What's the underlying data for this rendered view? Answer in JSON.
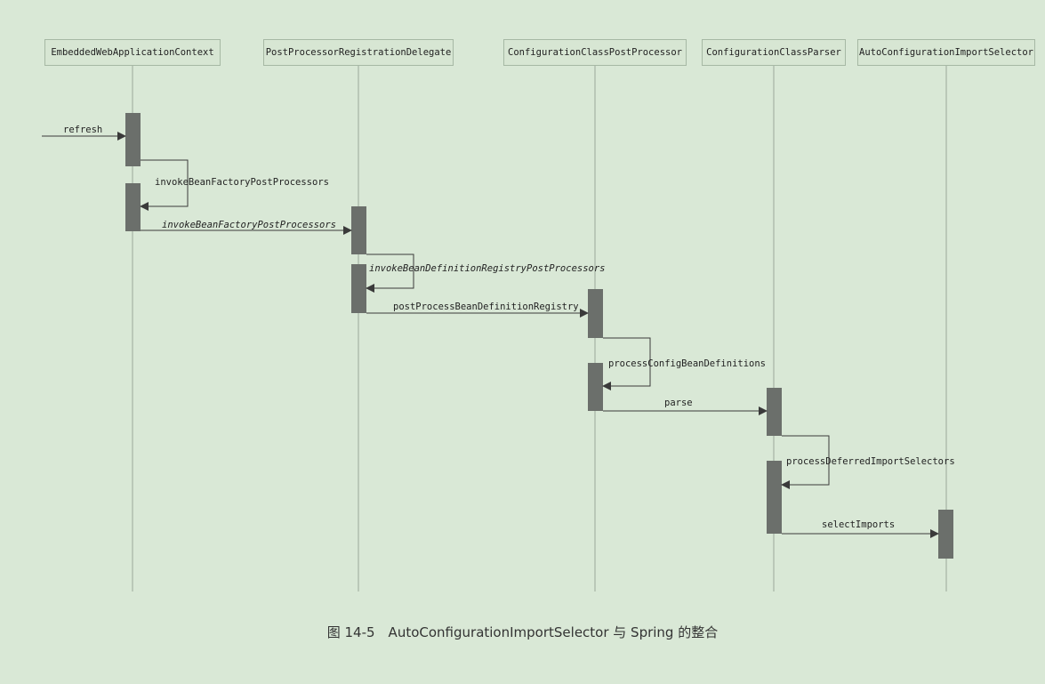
{
  "participants": [
    {
      "id": "ewac",
      "label": "EmbeddedWebApplicationContext"
    },
    {
      "id": "pprd",
      "label": "PostProcessorRegistrationDelegate"
    },
    {
      "id": "ccpp",
      "label": "ConfigurationClassPostProcessor"
    },
    {
      "id": "ccp",
      "label": "ConfigurationClassParser"
    },
    {
      "id": "acis",
      "label": "AutoConfigurationImportSelector"
    }
  ],
  "messages": [
    {
      "from": "external",
      "to": "ewac",
      "label": "refresh",
      "italic": false,
      "self": false
    },
    {
      "from": "ewac",
      "to": "ewac",
      "label": "invokeBeanFactoryPostProcessors",
      "italic": false,
      "self": true
    },
    {
      "from": "ewac",
      "to": "pprd",
      "label": "invokeBeanFactoryPostProcessors",
      "italic": true,
      "self": false
    },
    {
      "from": "pprd",
      "to": "pprd",
      "label": "invokeBeanDefinitionRegistryPostProcessors",
      "italic": true,
      "self": true
    },
    {
      "from": "pprd",
      "to": "ccpp",
      "label": "postProcessBeanDefinitionRegistry",
      "italic": false,
      "self": false
    },
    {
      "from": "ccpp",
      "to": "ccpp",
      "label": "processConfigBeanDefinitions",
      "italic": false,
      "self": true
    },
    {
      "from": "ccpp",
      "to": "ccp",
      "label": "parse",
      "italic": false,
      "self": false
    },
    {
      "from": "ccp",
      "to": "ccp",
      "label": "processDeferredImportSelectors",
      "italic": false,
      "self": true
    },
    {
      "from": "ccp",
      "to": "acis",
      "label": "selectImports",
      "italic": false,
      "self": false
    }
  ],
  "caption": "图 14-5　AutoConfigurationImportSelector 与 Spring 的整合",
  "colors": {
    "background": "#d9e8d6",
    "activation": "#6b6f6b",
    "line": "#3a3a3a",
    "lifeline": "#9aa89a"
  }
}
